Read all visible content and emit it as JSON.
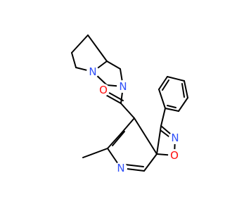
{
  "molecule": {
    "colors": {
      "bond": "#000000",
      "oxygen": "#FF0D0D",
      "nitrogen": "#3050F8",
      "background": "#ffffff"
    },
    "atom_labels": {
      "n_bicyclic_left": "N",
      "n_bicyclic_amide": "N",
      "o_carbonyl": "O",
      "n_isoxazole": "N",
      "o_isoxazole": "O",
      "n_pyridine": "N"
    }
  }
}
